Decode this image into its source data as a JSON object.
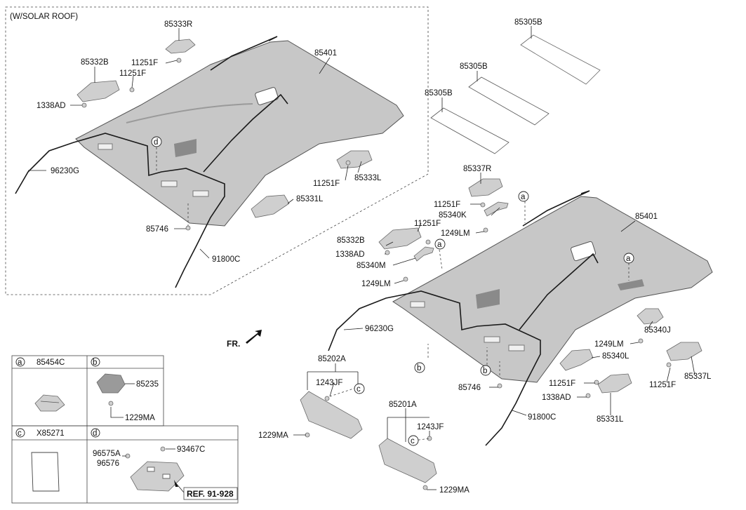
{
  "variant_label": "(W/SOLAR ROOF)",
  "front_label": "FR.",
  "ref_label": "REF. 91-928",
  "solar_roof_labels": {
    "p85333R": "85333R",
    "p85332B": "85332B",
    "p11251F_a": "11251F",
    "p11251F_b": "11251F",
    "p1338AD": "1338AD",
    "p85401": "85401",
    "p96230G": "96230G",
    "p11251F_c": "11251F",
    "p85333L": "85333L",
    "p85331L": "85331L",
    "p85746": "85746",
    "p91800C": "91800C",
    "callout_d": "d"
  },
  "standard_labels": {
    "p85305B_1": "85305B",
    "p85305B_2": "85305B",
    "p85305B_3": "85305B",
    "p85337R": "85337R",
    "p11251F_a": "11251F",
    "p85340K": "85340K",
    "p1249LM_a": "1249LM",
    "p11251F_b": "11251F",
    "p85332B": "85332B",
    "p1338AD": "1338AD",
    "p85340M": "85340M",
    "p1249LM_b": "1249LM",
    "p85401": "85401",
    "p96230G": "96230G",
    "p85340J": "85340J",
    "p1249LM_c": "1249LM",
    "p85340L": "85340L",
    "p11251F_c": "11251F",
    "p85337L": "85337L",
    "p1338AD_b": "1338AD",
    "p11251F_d": "11251F",
    "p85331L": "85331L",
    "p85746": "85746",
    "p91800C": "91800C",
    "p85202A": "85202A",
    "p1243JF_a": "1243JF",
    "p1229MA_a": "1229MA",
    "p85201A": "85201A",
    "p1243JF_b": "1243JF",
    "p1229MA_b": "1229MA",
    "callout_a1": "a",
    "callout_a2": "a",
    "callout_a3": "a",
    "callout_b1": "b",
    "callout_b2": "b",
    "callout_c1": "c",
    "callout_c2": "c"
  },
  "legend": {
    "a": {
      "letter": "a",
      "part": "85454C"
    },
    "b": {
      "letter": "b",
      "part_1": "85235",
      "part_2": "1229MA"
    },
    "c": {
      "letter": "c",
      "part": "X85271"
    },
    "d": {
      "letter": "d",
      "part_1": "93467C",
      "part_2": "96575A",
      "part_3": "96576"
    }
  }
}
